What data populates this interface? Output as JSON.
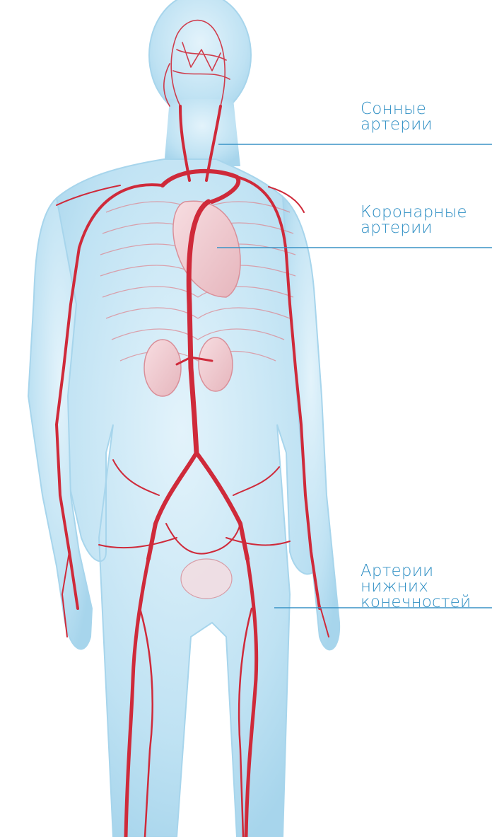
{
  "colors": {
    "label_text": "#2f8fc4",
    "leader_line": "#3a93c6",
    "body_silhouette": "#bfe2f3",
    "body_edge": "#9fd0ea",
    "artery": "#cf2a3a",
    "artery_light": "#e07a84",
    "organ": "#f1cdd2"
  },
  "labels": [
    {
      "id": "carotid",
      "lines": [
        "Сонные",
        "артерии"
      ]
    },
    {
      "id": "coronary",
      "lines": [
        "Коронарные",
        "артерии"
      ]
    },
    {
      "id": "legs",
      "lines": [
        "Артерии",
        "нижних",
        "конечностей"
      ]
    }
  ]
}
